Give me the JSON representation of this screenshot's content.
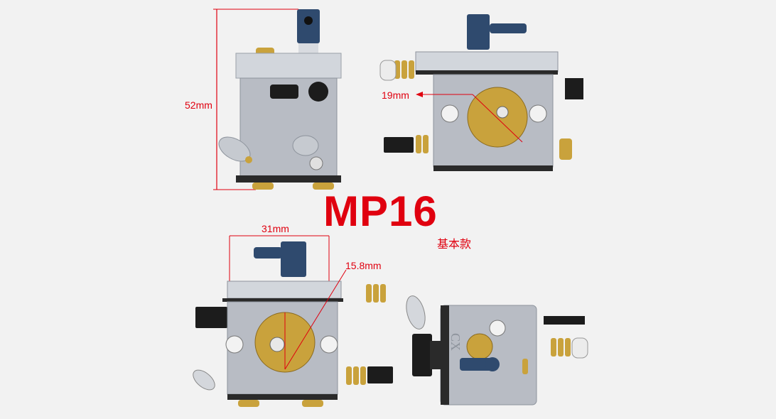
{
  "product": {
    "model": "MP16",
    "variant": "基本款"
  },
  "dimensions": {
    "height": "52mm",
    "width": "31mm",
    "diameter": "15.8mm",
    "offset": "19mm"
  },
  "views": [
    {
      "name": "side-view-left"
    },
    {
      "name": "top-view"
    },
    {
      "name": "front-view"
    },
    {
      "name": "side-view-right"
    }
  ],
  "colors": {
    "accent": "#e0000f",
    "body": "#b8bcc4",
    "brass": "#c9a23c",
    "fitting": "#2f4a6e",
    "background": "#f2f2f2"
  }
}
